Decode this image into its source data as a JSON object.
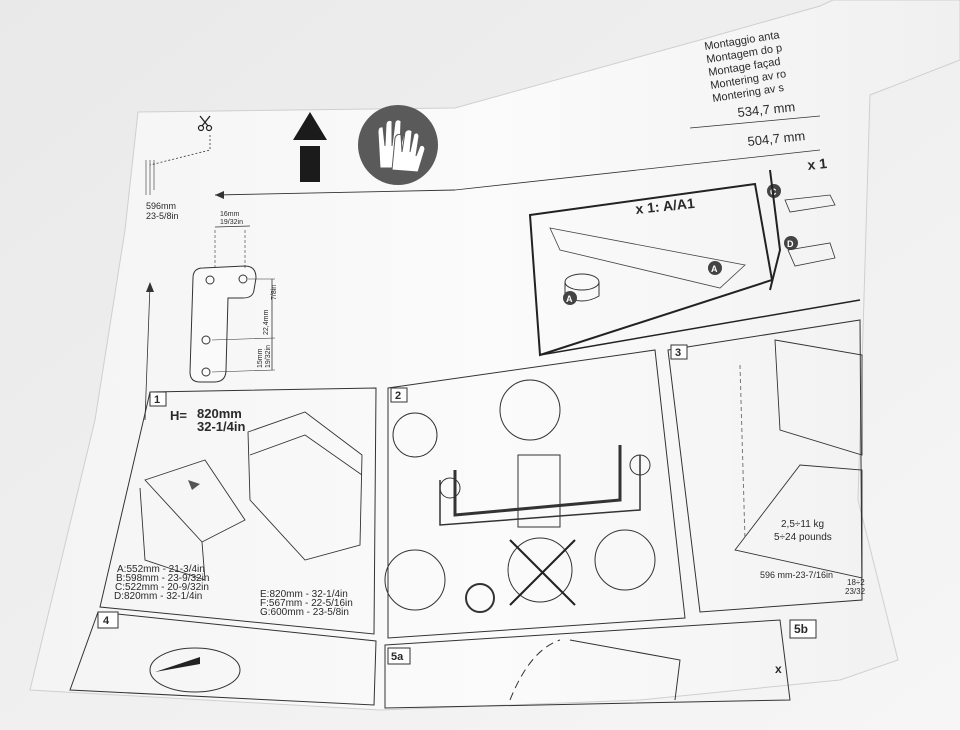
{
  "header": {
    "lines": [
      "Montaggio anta",
      "Montagem do p",
      "Montage façad",
      "Montering av ro",
      "Montering av s"
    ],
    "dim1": "534,7 mm",
    "dim2": "504,7 mm",
    "qty_right": "x 1"
  },
  "top": {
    "width_mm": "596mm",
    "width_in": "23-5/8in",
    "offset_mm": "16mm",
    "offset_in": "19/32in",
    "vert1": "22,4mm",
    "vert1_in": "7/8in",
    "vert2": "15mm",
    "vert2_in": "19/32in",
    "gloves_icon": "gloves-icon",
    "arrow_icon": "up-arrow-icon",
    "scissors_icon": "scissors-icon"
  },
  "parts": {
    "title": "x 1: A/A1",
    "label_a": "A",
    "label_a1": "A",
    "label_c": "C",
    "label_d": "D"
  },
  "step1": {
    "num": "1",
    "h_label": "H=",
    "h_mm": "820mm",
    "h_in": "32-1/4in",
    "left_list": [
      "A:552mm - 21-3/4in",
      "B:598mm - 23-9/32in",
      "C:522mm - 20-9/32in",
      "D:820mm - 32-1/4in"
    ],
    "right_list": [
      "E:820mm - 32-1/4in",
      "F:567mm - 22-5/16in",
      "G:600mm - 23-5/8in"
    ]
  },
  "step2": {
    "num": "2"
  },
  "step3": {
    "num": "3",
    "weight_kg": "2,5÷11 kg",
    "weight_lb": "5÷24 pounds",
    "width": "596 mm-23-7/16in",
    "side": "18÷2",
    "side2": "23/32"
  },
  "step4": {
    "num": "4"
  },
  "step5a": {
    "num": "5a"
  },
  "step5b": {
    "num": "5b"
  }
}
